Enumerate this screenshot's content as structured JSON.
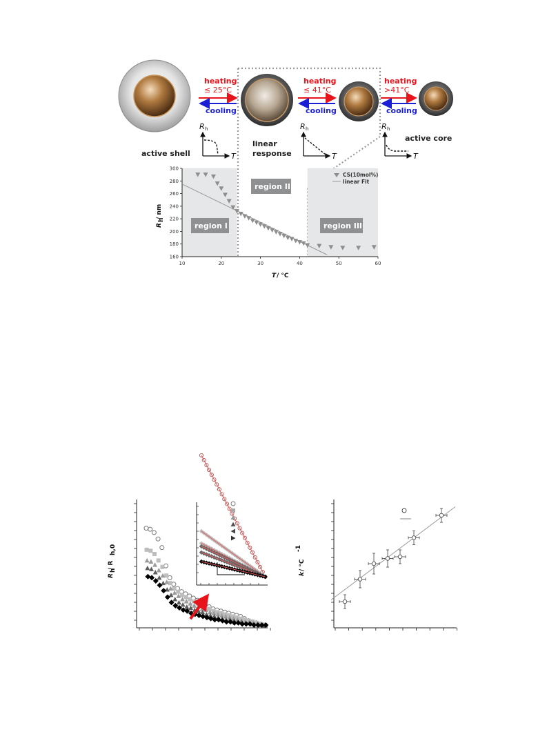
{
  "figure_top": {
    "states": [
      {
        "label_line1": "active shell",
        "label_line2": ""
      },
      {
        "label_line1": "linear",
        "label_line2": "response"
      },
      {
        "label_line1": "active core",
        "label_line2": ""
      }
    ],
    "transitions": [
      {
        "heating": "heating",
        "condition": "≤ 25°C",
        "cooling": "cooling"
      },
      {
        "heating": "heating",
        "condition": "≤ 41°C",
        "cooling": "cooling"
      },
      {
        "heating": "heating",
        "condition": ">41°C",
        "cooling": "cooling"
      }
    ],
    "mini_axes": {
      "y": "R",
      "y_sub": "h",
      "x": "T"
    },
    "colors": {
      "heating": "#e8141b",
      "cooling": "#1a1fd6",
      "region_bg": "#e6e7e8",
      "region_label_bg": "#8f9092"
    }
  },
  "chart_data": [
    {
      "type": "scatter",
      "ylabel": "R",
      "ylabel_sub": "h",
      "ylabel_unit": " / nm",
      "xlabel": "T",
      "xlabel_unit": " / °C",
      "xlim": [
        10,
        60
      ],
      "ylim": [
        160,
        300
      ],
      "xticks": [
        10,
        20,
        30,
        40,
        50,
        60
      ],
      "yticks": [
        160,
        180,
        200,
        220,
        240,
        260,
        280,
        300
      ],
      "legend": {
        "position": "top-right",
        "entries": [
          "CS(10mol%)",
          "linear Fit"
        ]
      },
      "regions": [
        {
          "label": "region I",
          "x_range": [
            10,
            24
          ]
        },
        {
          "label": "region II",
          "x_range": [
            24,
            42
          ]
        },
        {
          "label": "region III",
          "x_range": [
            42,
            60
          ]
        }
      ],
      "series": [
        {
          "name": "CS(10mol%)",
          "x": [
            14,
            16,
            18,
            19,
            20,
            21,
            22,
            23,
            24,
            25,
            26,
            27,
            28,
            29,
            30,
            31,
            32,
            33,
            34,
            35,
            36,
            37,
            38,
            39,
            40,
            41,
            42,
            45,
            48,
            51,
            55,
            59
          ],
          "y": [
            290,
            290,
            287,
            276,
            268,
            258,
            248,
            238,
            232,
            228,
            224,
            221,
            217,
            214,
            211,
            208,
            205,
            202,
            199,
            196,
            193,
            190,
            188,
            185,
            183,
            181,
            178,
            177,
            175,
            174,
            174,
            175
          ]
        },
        {
          "name": "linear Fit",
          "x": [
            10,
            47
          ],
          "y": [
            275,
            163
          ]
        }
      ]
    },
    {
      "type": "scatter",
      "ylabel": "R",
      "ylabel_sub": "h",
      "ylabel_rest": " / R",
      "ylabel_sub2": "h,0",
      "series": [
        {
          "name": "",
          "x": [
            0,
            1,
            2,
            3,
            4,
            5,
            6,
            7,
            8,
            9,
            10,
            11,
            12,
            13,
            14,
            15,
            16,
            17,
            18,
            19,
            20,
            21,
            22,
            23,
            24,
            25,
            26,
            27,
            28,
            29,
            30
          ],
          "y": [
            10,
            9.9,
            9.6,
            9.0,
            8.2,
            6.5,
            5.4,
            4.8,
            4.4,
            4.1,
            3.9,
            3.7,
            3.5,
            3.3,
            3.1,
            2.9,
            2.7,
            2.5,
            2.4,
            2.3,
            2.2,
            2.1,
            2.0,
            1.9,
            1.8,
            1.6,
            1.4,
            1.3,
            1.2,
            1.1,
            1.0
          ]
        },
        {
          "name": "",
          "x": [
            0,
            1,
            2,
            3,
            4,
            5,
            6,
            7,
            8,
            9,
            10,
            11,
            12,
            13,
            14,
            15,
            16,
            17,
            18,
            19,
            20,
            21,
            22,
            23,
            24,
            25,
            26,
            27,
            28,
            29,
            30
          ],
          "y": [
            8.0,
            7.9,
            7.6,
            7.0,
            6.4,
            5.6,
            4.9,
            4.4,
            4.1,
            3.8,
            3.6,
            3.4,
            3.2,
            3.0,
            2.8,
            2.6,
            2.5,
            2.3,
            2.2,
            2.1,
            2.0,
            1.9,
            1.8,
            1.7,
            1.6,
            1.5,
            1.4,
            1.3,
            1.2,
            1.1,
            1.0
          ]
        },
        {
          "name": "",
          "x": [
            0,
            1,
            2,
            3,
            4,
            5,
            6,
            7,
            8,
            9,
            10,
            11,
            12,
            13,
            14,
            15,
            16,
            17,
            18,
            19,
            20,
            21,
            22,
            23,
            24,
            25,
            26,
            27,
            28,
            29,
            30
          ],
          "y": [
            7.0,
            6.9,
            6.6,
            6.1,
            5.6,
            5.0,
            4.4,
            4.0,
            3.7,
            3.4,
            3.2,
            3.0,
            2.8,
            2.7,
            2.5,
            2.4,
            2.2,
            2.1,
            2.0,
            1.9,
            1.8,
            1.7,
            1.6,
            1.5,
            1.4,
            1.3,
            1.3,
            1.2,
            1.1,
            1.0,
            1.0
          ]
        },
        {
          "name": "",
          "x": [
            0,
            1,
            2,
            3,
            4,
            5,
            6,
            7,
            8,
            9,
            10,
            11,
            12,
            13,
            14,
            15,
            16,
            17,
            18,
            19,
            20,
            21,
            22,
            23,
            24,
            25,
            26,
            27,
            28,
            29,
            30
          ],
          "y": [
            6.3,
            6.2,
            5.9,
            5.4,
            4.9,
            4.3,
            3.8,
            3.4,
            3.1,
            2.9,
            2.7,
            2.6,
            2.4,
            2.3,
            2.2,
            2.0,
            1.9,
            1.8,
            1.7,
            1.6,
            1.5,
            1.5,
            1.4,
            1.3,
            1.3,
            1.2,
            1.2,
            1.1,
            1.1,
            1.0,
            1.0
          ]
        },
        {
          "name": "",
          "x": [
            0,
            1,
            2,
            3,
            4,
            5,
            6,
            7,
            8,
            9,
            10,
            11,
            12,
            13,
            14,
            15,
            16,
            17,
            18,
            19,
            20,
            21,
            22,
            23,
            24,
            25,
            26,
            27,
            28,
            29,
            30
          ],
          "y": [
            5.5,
            5.4,
            5.1,
            4.7,
            4.2,
            3.6,
            3.1,
            2.8,
            2.6,
            2.4,
            2.3,
            2.1,
            2.0,
            1.9,
            1.8,
            1.7,
            1.6,
            1.5,
            1.5,
            1.4,
            1.3,
            1.3,
            1.2,
            1.2,
            1.1,
            1.1,
            1.1,
            1.0,
            1.0,
            1.0,
            1.0
          ]
        }
      ]
    },
    {
      "type": "scatter",
      "ylabel": "k",
      "ylabel_unit": " / °C",
      "ylabel_sup": "-1",
      "legend": {
        "position": "top-center",
        "entries": [
          "",
          ""
        ]
      },
      "series": [
        {
          "name": "",
          "x": [
            1,
            2.1,
            3.1,
            4.1,
            5.0,
            6.0,
            8.0
          ],
          "y": [
            0.8,
            2.1,
            3.0,
            3.3,
            3.4,
            4.5,
            5.8
          ],
          "xerr": [
            0.4,
            0.4,
            0.4,
            0.4,
            0.4,
            0.4,
            0.4
          ],
          "yerr": [
            0.4,
            0.5,
            0.6,
            0.5,
            0.4,
            0.4,
            0.4
          ]
        },
        {
          "name": "",
          "x": [
            0,
            9
          ],
          "y": [
            0.9,
            6.3
          ]
        }
      ]
    }
  ]
}
